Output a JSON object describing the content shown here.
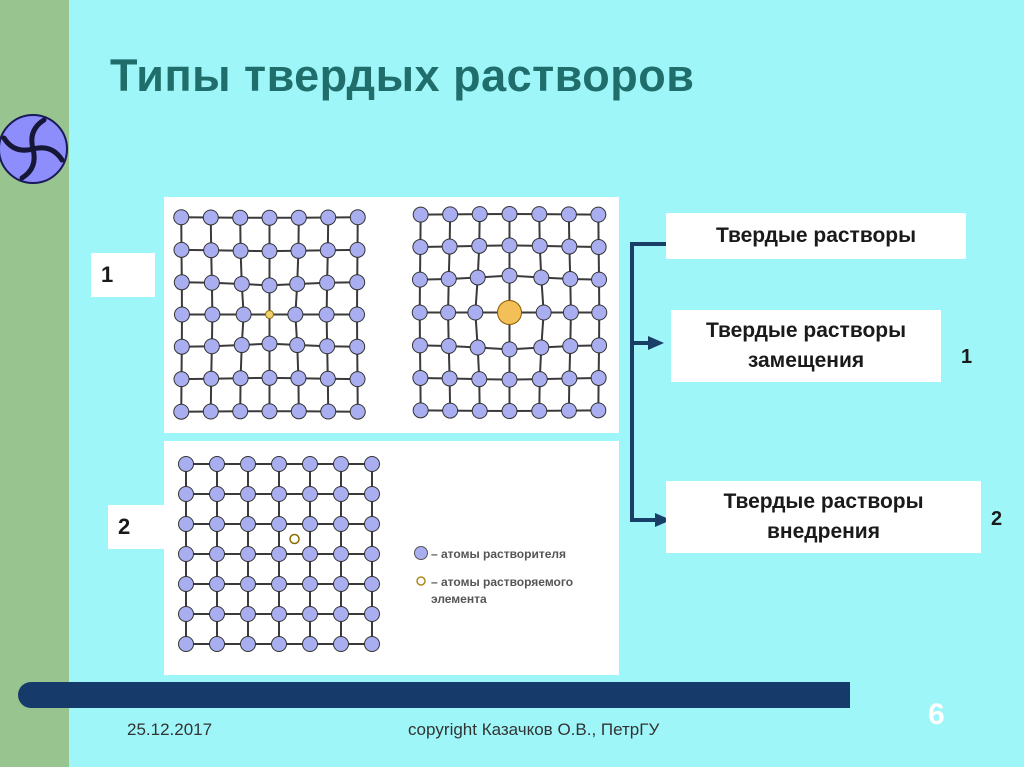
{
  "slide": {
    "title": "Типы твердых растворов",
    "date": "25.12.2017",
    "copyright": "copyright Казачков О.В., ПетрГУ",
    "number": "6"
  },
  "labels": {
    "label_1": "1",
    "label_2": "2"
  },
  "legend": {
    "solvent": "– атомы растворителя",
    "solute_line1": "– атомы растворяемого",
    "solute_line2": "элемента"
  },
  "tree": {
    "root": "Твердые растворы",
    "sub1_line1": "Твердые растворы",
    "sub1_line2": "замещения",
    "sub1_num": "1",
    "sub2_line1": "Твердые растворы",
    "sub2_line2": "внедрения",
    "sub2_num": "2"
  },
  "colors": {
    "background": "#9ff6f8",
    "left_bar": "#98c48f",
    "title": "#1f6e6b",
    "bottom_bar": "#163a69",
    "atom_solvent": "#a9aef0",
    "atom_solute_large": "#f3bf58",
    "arrow": "#1a3f66"
  },
  "icons": {
    "logo": "pinwheel-logo-icon"
  }
}
